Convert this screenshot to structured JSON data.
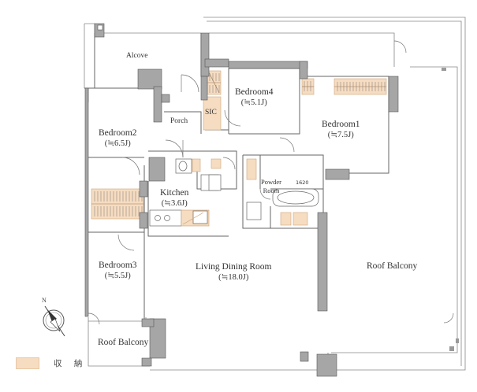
{
  "rooms": {
    "alcove": {
      "name": "Alcove"
    },
    "bedroom4": {
      "name": "Bedroom4",
      "size": "(≒5.1J)"
    },
    "bedroom1": {
      "name": "Bedroom1",
      "size": "(≒7.5J)"
    },
    "bedroom2": {
      "name": "Bedroom2",
      "size": "(≒6.5J)"
    },
    "porch": {
      "name": "Porch"
    },
    "sic": {
      "name": "SIC"
    },
    "kitchen": {
      "name": "Kitchen",
      "size": "(≒3.6J)"
    },
    "powder": {
      "name": "Powder Room",
      "line1": "Powder",
      "line2": "Room"
    },
    "bath": {
      "name": "1620"
    },
    "bedroom3": {
      "name": "Bedroom3",
      "size": "(≒5.5J)"
    },
    "ldr": {
      "name": "Living Dining Room",
      "size": "(≒18.0J)"
    },
    "roof_balcony_right": {
      "name": "Roof Balcony"
    },
    "roof_balcony_bottom": {
      "name": "Roof Balcony"
    }
  },
  "compass": {
    "north": "N"
  },
  "legend": {
    "label": "収 納",
    "color": "#f6dcc0"
  },
  "colors": {
    "wall": "#a6a6a6",
    "storage": "#f6dcc0",
    "line": "#555555"
  }
}
